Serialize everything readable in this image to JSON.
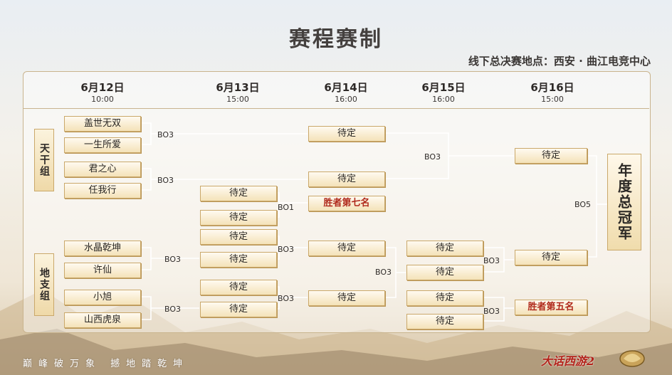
{
  "title": "赛程赛制",
  "venue": "线下总决赛地点：西安 · 曲江电竞中心",
  "dates": [
    {
      "date": "6月12日",
      "time": "10:00"
    },
    {
      "date": "6月13日",
      "time": "15:00"
    },
    {
      "date": "6月14日",
      "time": "16:00"
    },
    {
      "date": "6月15日",
      "time": "16:00"
    },
    {
      "date": "6月16日",
      "time": "15:00"
    }
  ],
  "groups": {
    "tian": "天干组",
    "di": "地支组"
  },
  "teams": [
    "盖世无双",
    "一生所爱",
    "君之心",
    "任我行",
    "水晶乾坤",
    "许仙",
    "小旭",
    "山西虎泉"
  ],
  "tbd": "待定",
  "winner7": "胜者第七名",
  "winner5": "胜者第五名",
  "champion": "年度总冠军",
  "formats": {
    "bo1": "BO1",
    "bo3": "BO3",
    "bo5": "BO5"
  },
  "slogan": "巅峰破万象 撼地踏乾坤",
  "logo_text": "大话西游2"
}
